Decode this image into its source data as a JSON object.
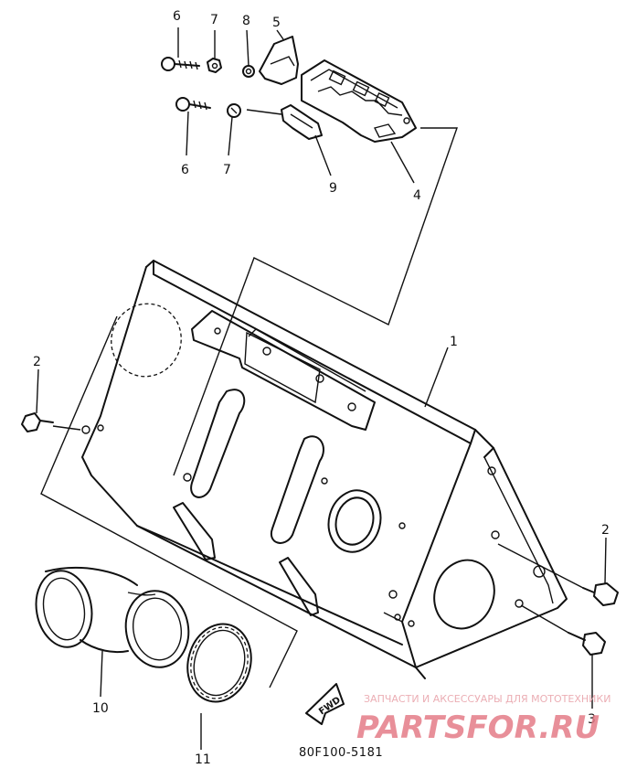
{
  "diagram": {
    "callouts": {
      "c1": "1",
      "c2a": "2",
      "c2b": "2",
      "c3": "3",
      "c4": "4",
      "c5": "5",
      "c6a": "6",
      "c6b": "6",
      "c7a": "7",
      "c7b": "7",
      "c8": "8",
      "c9": "9",
      "c10": "10",
      "c11": "11"
    },
    "fwd_label": "FWD",
    "reference_code": "80F100-5181"
  },
  "watermark": {
    "tagline": "ЗАПЧАСТИ И АКСЕССУАРЫ ДЛЯ МОТОТЕХНИКИ",
    "logo": "PARTSFOR.RU",
    "color": "#e57c88"
  }
}
